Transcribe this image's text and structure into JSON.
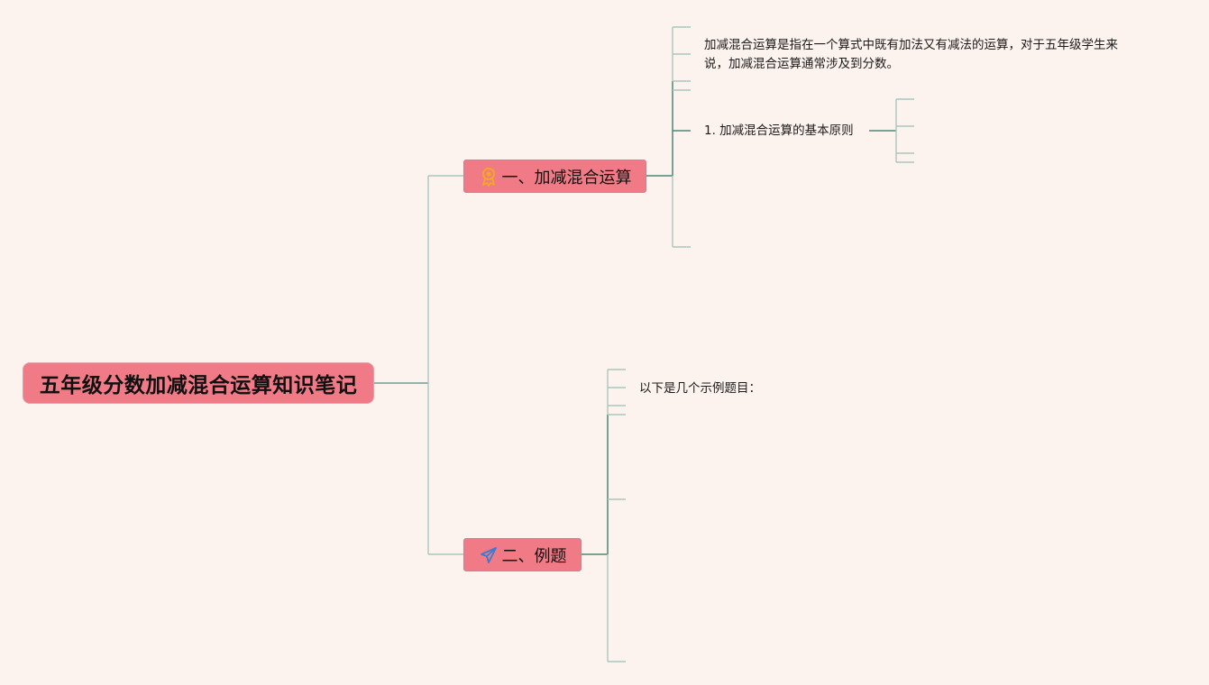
{
  "mindmap": {
    "root": {
      "label": "五年级分数加减混合运算知识笔记"
    },
    "topics": [
      {
        "label": "一、加减混合运算",
        "icon": "award-ribbon-icon",
        "children": {
          "definition": "加减混合运算是指在一个算式中既有加法又有减法的运算，对于五年级学生来说，加减混合运算通常涉及到分数。",
          "principle": "1. 加减混合运算的基本原则"
        }
      },
      {
        "label": "二、例题",
        "icon": "paper-plane-icon",
        "children": {
          "intro": "以下是几个示例题目："
        }
      }
    ]
  },
  "colors": {
    "background": "#fdf3ee",
    "node_fill": "#f07a86",
    "connector": "#6e9e90",
    "empty_branch": "#a9c6bd"
  }
}
